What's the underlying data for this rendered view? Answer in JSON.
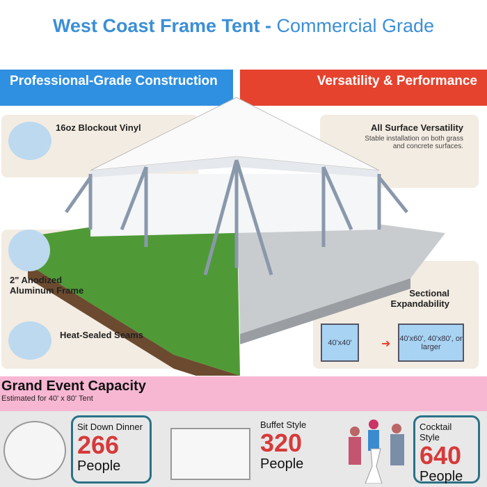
{
  "title": {
    "bold": "West Coast Frame Tent -",
    "regular": "Commercial Grade"
  },
  "left_header": "Professional-Grade Construction",
  "right_header": "Versatility & Performance",
  "features_left": [
    {
      "label": "16oz Blockout Vinyl",
      "icon": "vinyl-layers-icon"
    },
    {
      "label": "2\" Anodized Aluminum Frame",
      "icon": "aluminum-tube-icon"
    },
    {
      "label": "Heat-Sealed Seams",
      "icon": "seam-layers-icon"
    }
  ],
  "features_right": {
    "surface": {
      "title": "All Surface Versatility",
      "desc": "Stable installation on both grass and concrete surfaces."
    },
    "expand": {
      "title": "Sectional Expandability",
      "from": "40'x40'",
      "to": "40'x60', 40'x80', or larger"
    }
  },
  "capacity": {
    "title": "Grand Event Capacity",
    "subtitle": "Estimated for 40' x 80' Tent",
    "items": [
      {
        "label": "Sit Down Dinner",
        "count": "266",
        "unit": "People"
      },
      {
        "label": "Buffet Style",
        "count": "320",
        "unit": "People"
      },
      {
        "label": "Cocktail Style",
        "count": "640",
        "unit": "People"
      }
    ]
  },
  "colors": {
    "blue": "#2f8fe0",
    "red": "#e5432e",
    "pink": "#f7b7d3",
    "number_red": "#d63a3a",
    "box_teal": "#2a7288"
  }
}
